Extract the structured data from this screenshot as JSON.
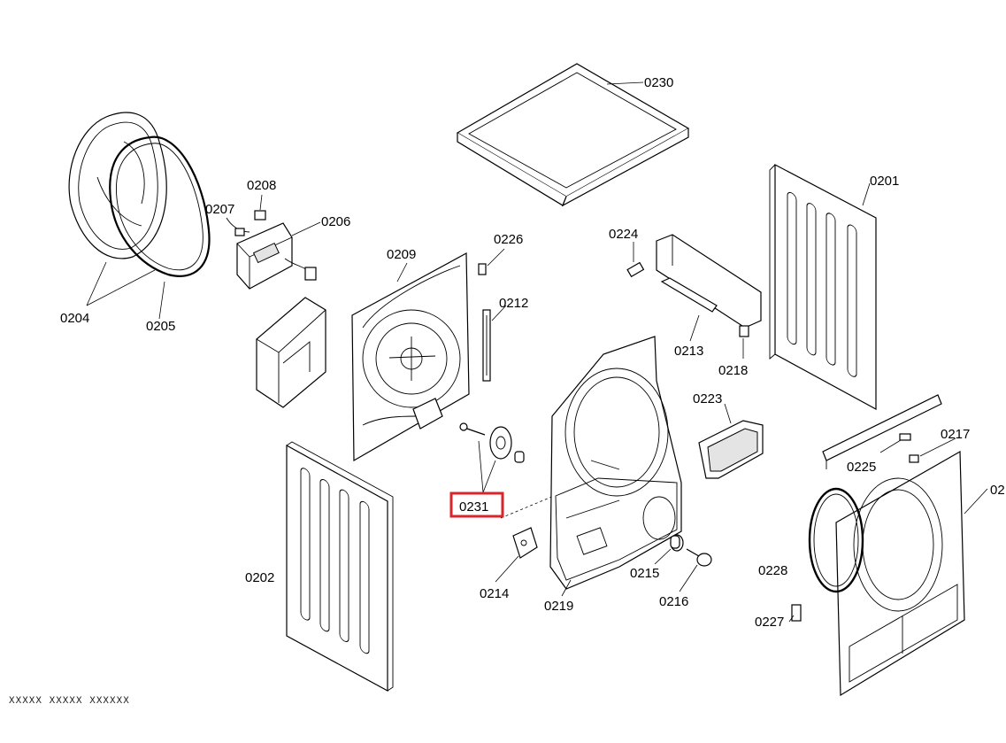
{
  "diagram": {
    "highlight_color": "#d9262d",
    "parts": [
      {
        "id": "p0230",
        "label": "0230"
      },
      {
        "id": "p0201",
        "label": "0201"
      },
      {
        "id": "p0202",
        "label": "0202"
      },
      {
        "id": "p0203",
        "label": "02"
      },
      {
        "id": "p0204",
        "label": "0204"
      },
      {
        "id": "p0205",
        "label": "0205"
      },
      {
        "id": "p0206",
        "label": "0206"
      },
      {
        "id": "p0207",
        "label": "0207"
      },
      {
        "id": "p0208",
        "label": "0208"
      },
      {
        "id": "p0209",
        "label": "0209"
      },
      {
        "id": "p0212",
        "label": "0212"
      },
      {
        "id": "p0213",
        "label": "0213"
      },
      {
        "id": "p0214",
        "label": "0214"
      },
      {
        "id": "p0215",
        "label": "0215"
      },
      {
        "id": "p0216",
        "label": "0216"
      },
      {
        "id": "p0217",
        "label": "0217"
      },
      {
        "id": "p0218",
        "label": "0218"
      },
      {
        "id": "p0219",
        "label": "0219"
      },
      {
        "id": "p0223",
        "label": "0223"
      },
      {
        "id": "p0224",
        "label": "0224"
      },
      {
        "id": "p0225",
        "label": "0225"
      },
      {
        "id": "p0226",
        "label": "0226"
      },
      {
        "id": "p0227",
        "label": "0227"
      },
      {
        "id": "p0228",
        "label": "0228"
      },
      {
        "id": "p0231",
        "label": "0231",
        "highlighted": true
      }
    ],
    "footer_code": "XXXXX XXXXX XXXXXX"
  }
}
